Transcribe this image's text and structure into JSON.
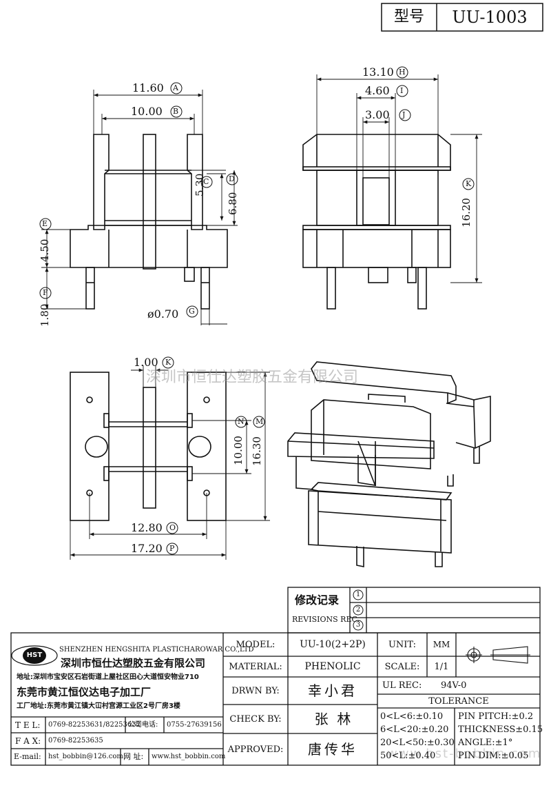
{
  "title_block": {
    "label_type": "型号",
    "part_number": "UU-1003"
  },
  "dimensions": {
    "A": {
      "value": "11.60",
      "tag": "A"
    },
    "B": {
      "value": "10.00",
      "tag": "B"
    },
    "C": {
      "value": "5.30",
      "tag": "C"
    },
    "D": {
      "value": "6.80",
      "tag": "D"
    },
    "E": {
      "value": "4.50",
      "tag": "E"
    },
    "F": {
      "value": "1.80",
      "tag": "F"
    },
    "G": {
      "value": "ø0.70",
      "tag": "G"
    },
    "H": {
      "value": "13.10",
      "tag": "H"
    },
    "I": {
      "value": "4.60",
      "tag": "I"
    },
    "J": {
      "value": "3.00",
      "tag": "J"
    },
    "K1": {
      "value": "16.20",
      "tag": "K"
    },
    "K2": {
      "value": "1.00",
      "tag": "K"
    },
    "N": {
      "value": "10.00",
      "tag": "N"
    },
    "M": {
      "value": "16.30",
      "tag": "M"
    },
    "O": {
      "value": "12.80",
      "tag": "O"
    },
    "P": {
      "value": "17.20",
      "tag": "P"
    }
  },
  "watermark": "深圳市恒仕达塑胶五金有限公司",
  "watermark_url": "www.hst-bobbin.com",
  "revisions": {
    "label_cn": "修改记录",
    "label_en": "REVISIONS REC.",
    "rows": [
      "1",
      "2",
      "3"
    ]
  },
  "company": {
    "logo": "HST",
    "name_en": "SHENZHEN HENGSHITA PLASTICHAROWAR CO.,LTD",
    "name_cn": "深圳市恒仕达塑胶五金有限公司",
    "address": "地址:深圳市宝安区石岩街道上屋社区田心大道恒安物业710",
    "factory_name": "东莞市黄江恒仪达电子加工厂",
    "factory_address": "工厂地址:东莞市黄江镇大冚村宫源工业区2号厂房3楼",
    "tel_label": "T E L:",
    "tel": "0769-82253631/82253632",
    "company_phone_label": "公司电话:",
    "company_phone": "0755-27639156",
    "fax_label": "F A X:",
    "fax": "0769-82253635",
    "email_label": "E-mail:",
    "email": "hst_bobbin@126.com",
    "web_label": "网  址:",
    "web": "www.hst_bobbin.com"
  },
  "specs": {
    "model_label": "MODEL:",
    "model": "UU-10(2+2P)",
    "material_label": "MATERIAL:",
    "material": "PHENOLIC",
    "drawn_label": "DRWN BY:",
    "drawn": "幸小君",
    "check_label": "CHECK BY:",
    "check": "张  林",
    "approved_label": "APPROVED:",
    "approved": "唐传华",
    "unit_label": "UNIT:",
    "unit": "MM",
    "scale_label": "SCALE:",
    "scale": "1/1",
    "ul_label": "UL REC:",
    "ul": "94V-0",
    "tolerance_label": "TOLERANCE",
    "tol_1": "0<L<6:±0.10",
    "tol_2": "6<L<20:±0.20",
    "tol_3": "20<L<50:±0.30",
    "tol_4": "50<L:±0.40",
    "pin_pitch": "PIN PITCH:±0.2",
    "thickness": "THICKNESS±0.15",
    "angle": "ANGLE:±1°",
    "pin_dim": "PIN DIM:±0.05"
  }
}
